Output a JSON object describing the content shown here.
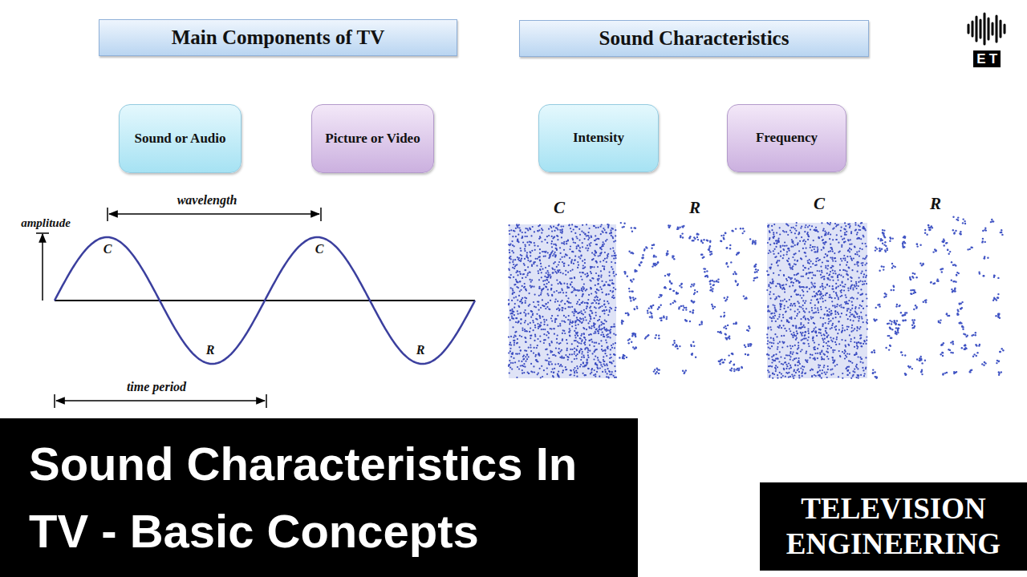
{
  "diagram": {
    "nodes": [
      {
        "text": [
          "Main Components of TV"
        ]
      },
      {
        "text": [
          "Sound Characteristics"
        ]
      },
      {
        "text": [
          "Sound or Audio"
        ]
      },
      {
        "text": [
          "Picture or Video"
        ]
      },
      {
        "text": [
          "Intensity"
        ]
      },
      {
        "text": [
          "Frequency"
        ]
      },
      {
        "text": [
          "Sound Characteristics In TV - Basic Concepts"
        ]
      },
      {
        "text": [
          "TELEVISION ENGINEERING"
        ]
      }
    ],
    "labels": [
      "amplitude",
      "wavelength",
      "C",
      "C",
      "R",
      "R",
      "time period",
      "C",
      "R",
      "C",
      "R",
      "E",
      "T"
    ]
  }
}
